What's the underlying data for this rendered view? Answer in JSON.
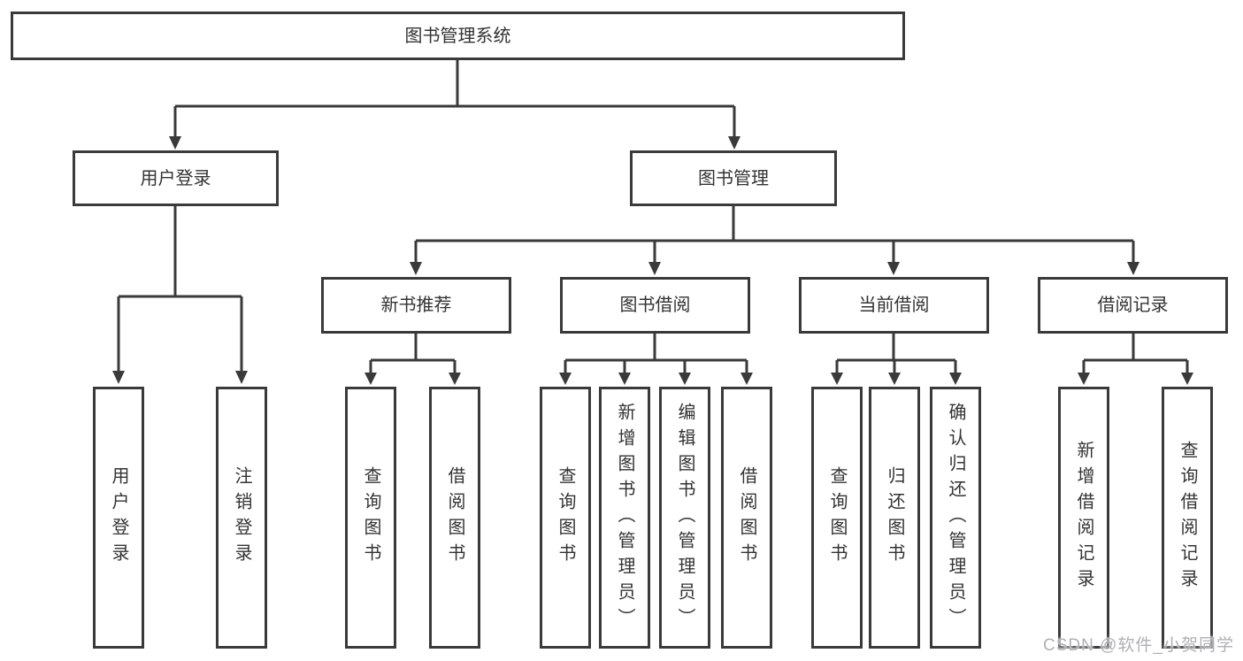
{
  "diagram": {
    "root": {
      "label": "图书管理系统"
    },
    "level2": [
      {
        "label": "用户登录"
      },
      {
        "label": "图书管理"
      }
    ],
    "level3": [
      {
        "label": "新书推荐"
      },
      {
        "label": "图书借阅"
      },
      {
        "label": "当前借阅"
      },
      {
        "label": "借阅记录"
      }
    ],
    "leaves": {
      "user_login": [
        "用户登录",
        "注销登录"
      ],
      "new_book": [
        "查询图书",
        "借阅图书"
      ],
      "book_borrow": [
        "查询图书",
        "新增图书（管理员）",
        "编辑图书（管理员）",
        "借阅图书"
      ],
      "current_borrow": [
        "查询图书",
        "归还图书",
        "确认归还（管理员）"
      ],
      "borrow_record": [
        "新增借阅记录",
        "查询借阅记录"
      ]
    }
  },
  "watermark": {
    "text": "CSDN @软件_小贺同学"
  },
  "colors": {
    "line": "#3a3a3a",
    "text": "#333333",
    "background": "#ffffff",
    "watermark": "#b0b0b5"
  }
}
